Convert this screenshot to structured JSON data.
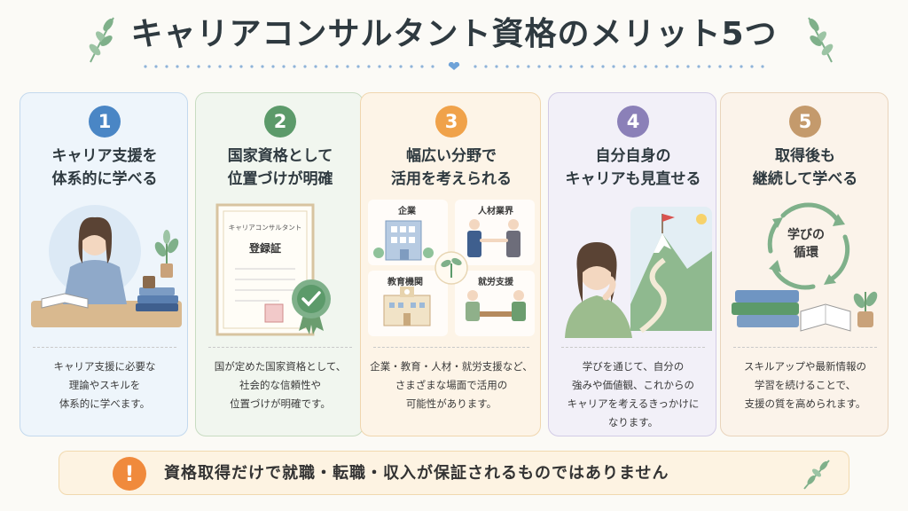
{
  "title": "キャリアコンサルタント資格のメリット5つ",
  "colors": {
    "blue": "#4a86c5",
    "green": "#5c9a6a",
    "orange": "#f0a24a",
    "purple": "#8b80b8",
    "brown": "#c49a6c",
    "warning": "#f08a3c",
    "leaf": "#7fb08a"
  },
  "cards": [
    {
      "number": "1",
      "heading_line1": "キャリア支援を",
      "heading_line2": "体系的に学べる",
      "desc_line1": "キャリア支援に必要な",
      "desc_line2": "理論やスキルを",
      "desc_line3": "体系的に学べます。",
      "icons": [
        "studying-woman-illustration",
        "potted-plant-icon",
        "books-icon"
      ]
    },
    {
      "number": "2",
      "heading_line1": "国家資格として",
      "heading_line2": "位置づけが明確",
      "desc_line1": "国が定めた国家資格として、",
      "desc_line2": "社会的な信頼性や",
      "desc_line3": "位置づけが明確です。",
      "certificate_title": "キャリアコンサルタント",
      "certificate_main": "登録証",
      "icons": [
        "certificate-icon",
        "award-badge-icon"
      ]
    },
    {
      "number": "3",
      "heading_line1": "幅広い分野で",
      "heading_line2": "活用を考えられる",
      "sectors": [
        "企業",
        "人材業界",
        "教育機関",
        "就労支援"
      ],
      "desc_line1": "企業・教育・人材・就労支援など、",
      "desc_line2": "さまざまな場面で活用の",
      "desc_line3": "可能性があります。",
      "icons": [
        "office-building-icon",
        "handshake-icon",
        "school-icon",
        "counseling-icon",
        "sprout-icon"
      ]
    },
    {
      "number": "4",
      "heading_line1": "自分自身の",
      "heading_line2": "キャリアも見直せる",
      "desc_line1": "学びを通じて、自分の",
      "desc_line2": "強みや価値観、これからの",
      "desc_line3": "キャリアを考えるきっかけに",
      "desc_line4": "なります。",
      "icons": [
        "thinking-woman-illustration",
        "mountain-flag-icon"
      ]
    },
    {
      "number": "5",
      "heading_line1": "取得後も",
      "heading_line2": "継続して学べる",
      "cycle_line1": "学びの",
      "cycle_line2": "循環",
      "desc_line1": "スキルアップや最新情報の",
      "desc_line2": "学習を続けることで、",
      "desc_line3": "支援の質を高められます。",
      "icons": [
        "cycle-arrows-icon",
        "books-icon",
        "open-book-icon",
        "potted-plant-icon"
      ]
    }
  ],
  "notice": {
    "icon_glyph": "!",
    "text": "資格取得だけで就職・転職・収入が保証されるものではありません"
  }
}
